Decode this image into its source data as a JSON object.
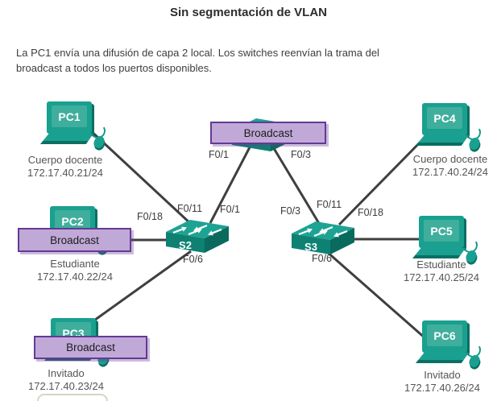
{
  "title": "Sin segmentación de VLAN",
  "description": "La PC1 envía una difusión de capa 2 local. Los switches reenvían la trama del broadcast a todos los puertos disponibles.",
  "broadcast": {
    "label": "Broadcast"
  },
  "pcs": [
    {
      "name": "PC1",
      "group": "Cuerpo docente",
      "ip": "172.17.40.21/24"
    },
    {
      "name": "PC2",
      "group": "Estudiante",
      "ip": "172.17.40.22/24"
    },
    {
      "name": "PC3",
      "group": "Invitado",
      "ip": "172.17.40.23/24"
    },
    {
      "name": "PC4",
      "group": "Cuerpo docente",
      "ip": "172.17.40.24/24"
    },
    {
      "name": "PC5",
      "group": "Estudiante",
      "ip": "172.17.40.25/24"
    },
    {
      "name": "PC6",
      "group": "Invitado",
      "ip": "172.17.40.26/24"
    }
  ],
  "switches": {
    "s2": "S2",
    "s3": "S3"
  },
  "ports": {
    "s1_to_s2": "F0/1",
    "s1_to_s3": "F0/3",
    "s2_pc1": "F0/11",
    "s2_pc2": "F0/18",
    "s2_pc3": "F0/6",
    "s2_uplink": "F0/1",
    "s3_pc4": "F0/11",
    "s3_pc5": "F0/18",
    "s3_pc6": "F0/6",
    "s3_uplink": "F0/3"
  },
  "colors": {
    "device_teal": "#19a08f",
    "device_teal_dark": "#0b6f63",
    "screen_teal": "#3fae9d",
    "callout_fill": "#c0a9d7",
    "callout_border": "#633a95",
    "link_line": "#3f3f3f"
  }
}
